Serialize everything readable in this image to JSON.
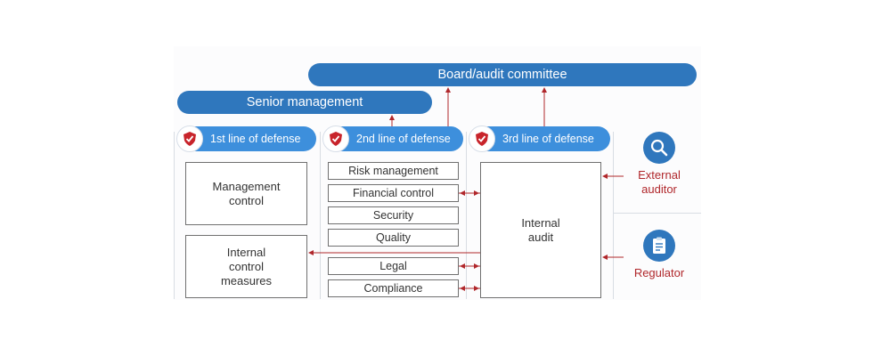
{
  "top": {
    "board": "Board/audit committee",
    "senior": "Senior management"
  },
  "lines": [
    {
      "label": "1st line of defense",
      "icon": "shield-icon"
    },
    {
      "label": "2nd line of defense",
      "icon": "shield-icon"
    },
    {
      "label": "3rd line of defense",
      "icon": "shield-icon"
    }
  ],
  "first_line": {
    "management_control": "Management\ncontrol",
    "internal_control": "Internal\ncontrol\nmeasures"
  },
  "second_line": [
    "Risk management",
    "Financial control",
    "Security",
    "Quality",
    "Legal",
    "Compliance"
  ],
  "third_line": {
    "internal_audit": "Internal\naudit"
  },
  "external": {
    "auditor": "External\nauditor",
    "auditor_icon": "magnifier-icon",
    "regulator": "Regulator",
    "regulator_icon": "clipboard-icon"
  },
  "colors": {
    "pill_dark": "#2f77bd",
    "pill_light": "#3d8fdc",
    "arrow_red": "#b0272b"
  }
}
